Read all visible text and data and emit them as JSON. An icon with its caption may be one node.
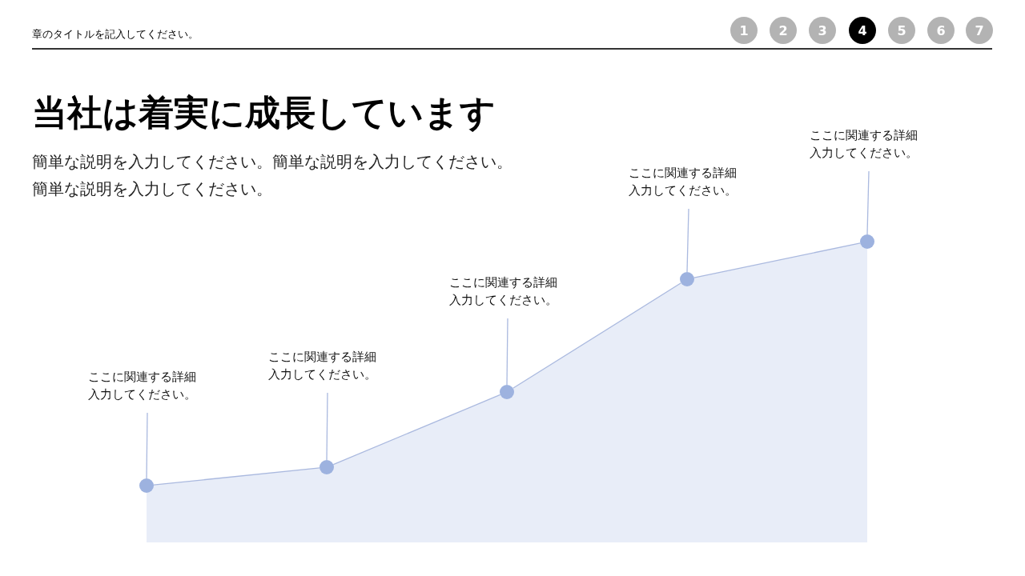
{
  "diagram": {
    "title": "当社は着実に成長しています",
    "nodes": [
      {
        "text": [
          "1"
        ]
      },
      {
        "text": [
          "2"
        ]
      },
      {
        "text": [
          "3"
        ]
      },
      {
        "text": [
          "4"
        ]
      },
      {
        "text": [
          "5"
        ]
      },
      {
        "text": [
          "6"
        ]
      },
      {
        "text": [
          "7"
        ]
      },
      {
        "text": [
          "ここに関連する詳細入力してください。"
        ]
      },
      {
        "text": [
          "ここに関連する詳細入力してください。"
        ]
      },
      {
        "text": [
          "ここに関連する詳細入力してください。"
        ]
      },
      {
        "text": [
          "ここに関連する詳細入力してください。"
        ]
      },
      {
        "text": [
          "ここに関連する詳細入力してください。"
        ]
      },
      {
        "text": [],
        "shape": "circle"
      },
      {
        "text": [],
        "shape": "circle"
      },
      {
        "text": [],
        "shape": "circle"
      },
      {
        "text": [],
        "shape": "circle"
      },
      {
        "text": [],
        "shape": "circle"
      }
    ],
    "edges": [
      {
        "from": 7,
        "to": 12,
        "arrow": "none"
      },
      {
        "from": 8,
        "to": 13,
        "arrow": "none"
      },
      {
        "from": 9,
        "to": 14,
        "arrow": "none"
      },
      {
        "from": 10,
        "to": 15,
        "arrow": "none"
      },
      {
        "from": 11,
        "to": 16,
        "arrow": "none"
      },
      {
        "from": 12,
        "to": 13,
        "arrow": "none"
      },
      {
        "from": 13,
        "to": 14,
        "arrow": "none"
      },
      {
        "from": 14,
        "to": 15,
        "arrow": "none"
      },
      {
        "from": 15,
        "to": 16,
        "arrow": "none"
      }
    ],
    "labels": [
      "章のタイトルを記入してください。",
      "簡単な説明を入力してください。簡単な説明を入力してください。簡単な説明を入力してください。"
    ]
  }
}
